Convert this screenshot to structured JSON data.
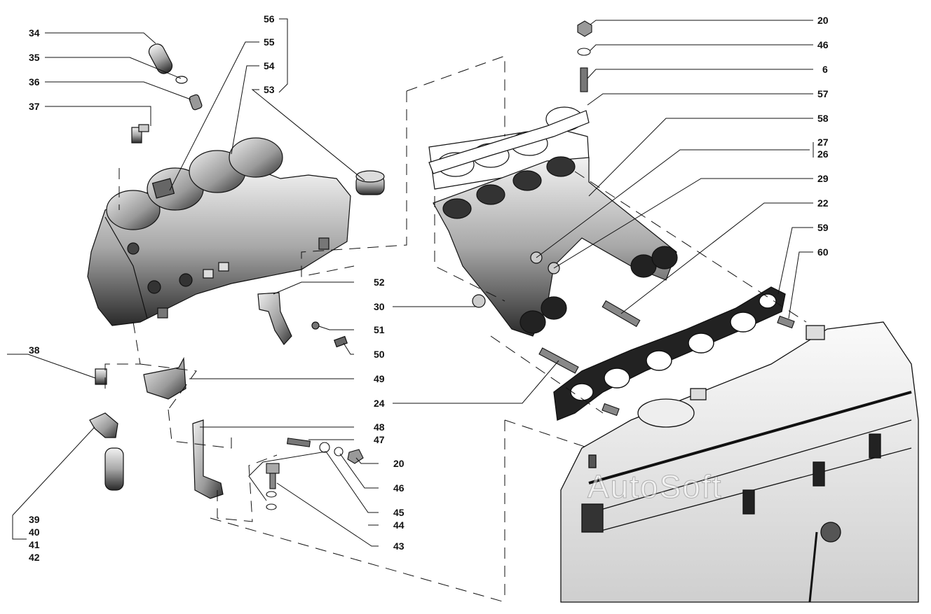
{
  "labels": {
    "l34": "34",
    "l35": "35",
    "l36": "36",
    "l37": "37",
    "l38": "38",
    "l39": "39",
    "l40": "40",
    "l41": "41",
    "l42": "42",
    "l56": "56",
    "l55": "55",
    "l54": "54",
    "l53": "53",
    "l52": "52",
    "l51": "51",
    "l50": "50",
    "l49": "49",
    "l48": "48",
    "l47": "47",
    "l20b": "20",
    "l46b": "46",
    "l45": "45",
    "l44": "44",
    "l43": "43",
    "l20a": "20",
    "l46a": "46",
    "l6": "6",
    "l57": "57",
    "l58": "58",
    "l27": "27",
    "l26": "26",
    "l29": "29",
    "l22": "22",
    "l59": "59",
    "l60": "60",
    "l30": "30",
    "l24": "24"
  },
  "watermark": "AutoSoft",
  "colors": {
    "line": "#111111",
    "part": "#9a9a9a",
    "partDark": "#555555",
    "partLight": "#d8d8d8"
  }
}
